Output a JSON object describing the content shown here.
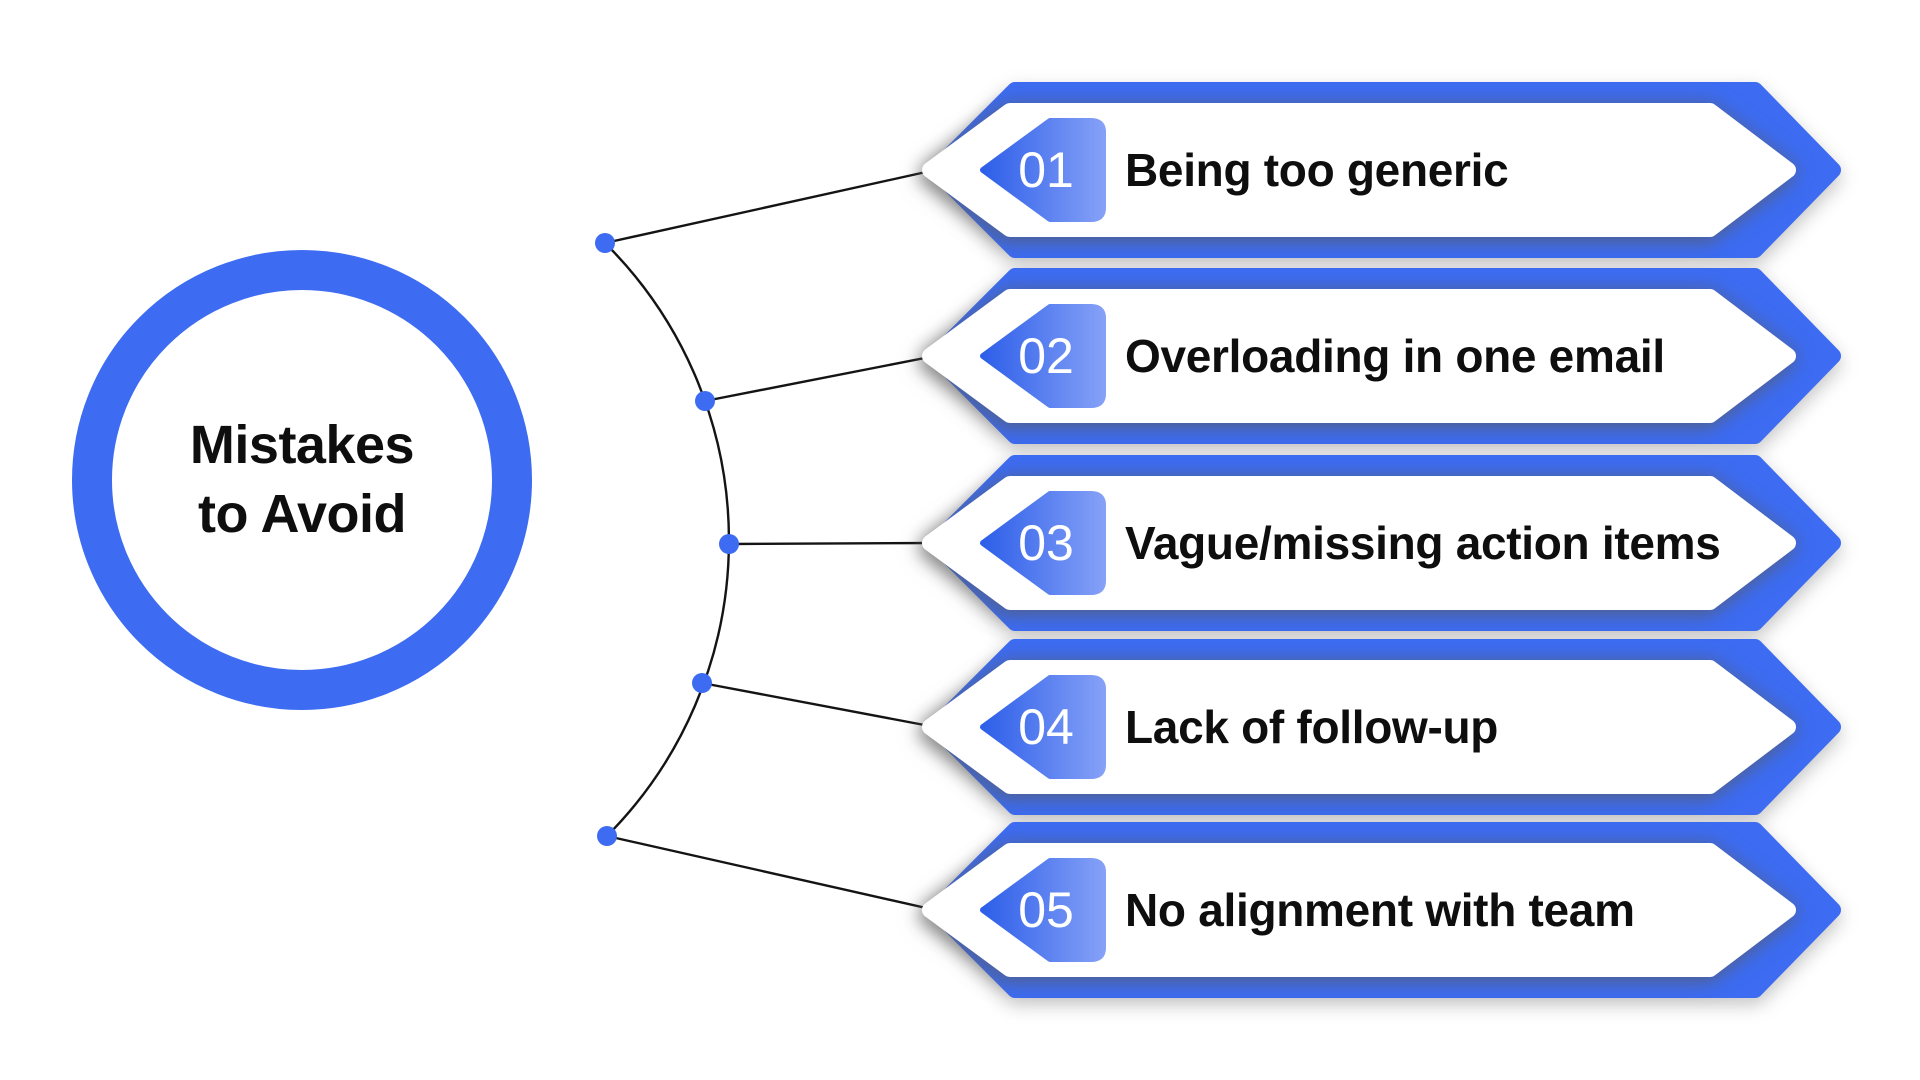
{
  "title": {
    "line1": "Mistakes",
    "line2": "to Avoid"
  },
  "items": [
    {
      "number": "01",
      "label": "Being too generic"
    },
    {
      "number": "02",
      "label": "Overloading in one email"
    },
    {
      "number": "03",
      "label": "Vague/missing action items"
    },
    {
      "number": "04",
      "label": "Lack of follow-up"
    },
    {
      "number": "05",
      "label": "No alignment with team"
    }
  ],
  "colors": {
    "accent": "#3d6cf2",
    "badge_gradient_start": "#2e5fe9",
    "badge_gradient_end": "#84a0f7",
    "text": "#0e0e0e",
    "connector_line": "#141414",
    "background": "#ffffff"
  }
}
